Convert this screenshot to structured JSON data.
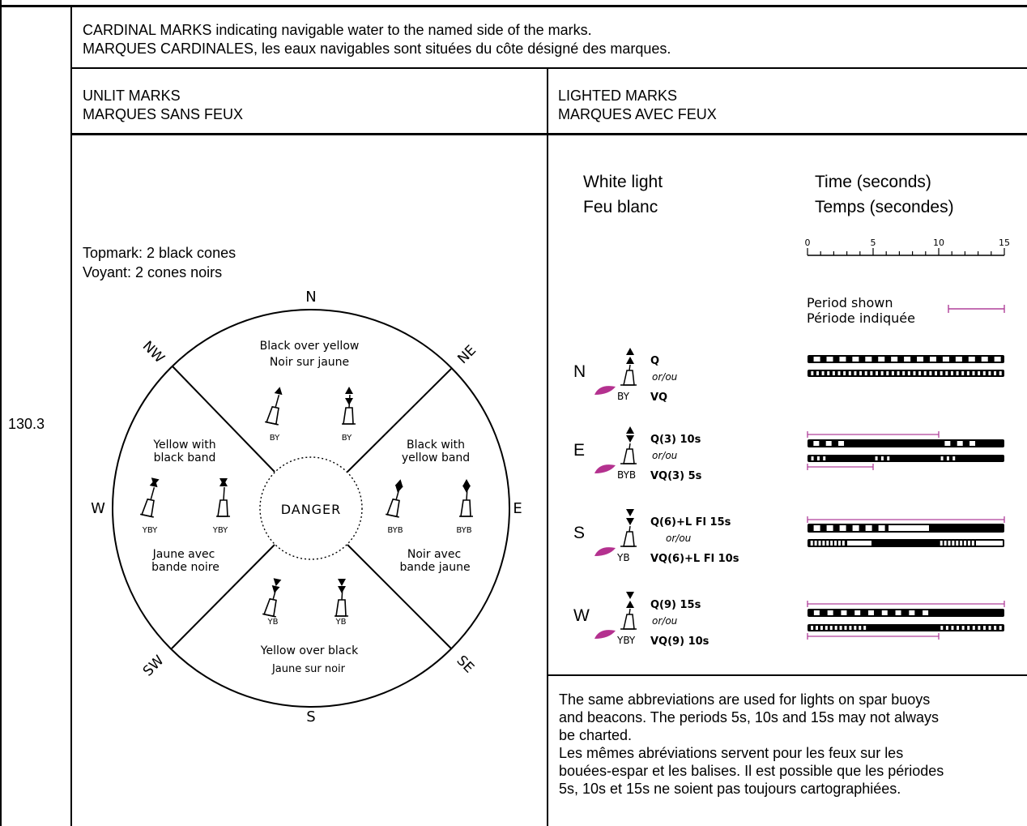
{
  "section_number": "130.3",
  "header": {
    "line1": "CARDINAL MARKS indicating navigable water to the named side of the marks.",
    "line2": "MARQUES CARDINALES, les eaux navigables sont situées du côte désigné des marques."
  },
  "unlit": {
    "title1": "UNLIT MARKS",
    "title2": "MARQUES SANS FEUX",
    "topmark1": "Topmark: 2 black cones",
    "topmark2": "Voyant: 2 cones noirs",
    "compass": {
      "n": "N",
      "e": "E",
      "s": "S",
      "w": "W",
      "nw": "NW",
      "ne": "NE",
      "sw": "SW",
      "se": "SE"
    },
    "center": "DANGER",
    "sectors": {
      "north": {
        "l1": "Black over yellow",
        "l2": "Noir sur jaune",
        "c1": "BY",
        "c2": "BY"
      },
      "south": {
        "l1": "Yellow over black",
        "l2": "Jaune sur noir",
        "c1": "YB",
        "c2": "YB"
      },
      "west": {
        "l1": "Yellow with",
        "l2": "black band",
        "l3": "Jaune avec",
        "l4": "bande noire",
        "c1": "YBY",
        "c2": "YBY"
      },
      "east": {
        "l1": "Black with",
        "l2": "yellow band",
        "l3": "Noir avec",
        "l4": "bande jaune",
        "c1": "BYB",
        "c2": "BYB"
      }
    }
  },
  "lighted": {
    "title1": "LIGHTED MARKS",
    "title2": "MARQUES AVEC FEUX",
    "light1": "White light",
    "light2": "Feu blanc",
    "time1": "Time (seconds)",
    "time2": "Temps (secondes)",
    "scale_ticks": [
      "0",
      "5",
      "10",
      "15"
    ],
    "period1": "Period shown",
    "period2": "Période indiquée",
    "rows": [
      {
        "dir": "N",
        "code": "BY",
        "q": "Q",
        "or": "or/ou",
        "vq": "VQ"
      },
      {
        "dir": "E",
        "code": "BYB",
        "q": "Q(3) 10s",
        "or": "or/ou",
        "vq": "VQ(3) 5s"
      },
      {
        "dir": "S",
        "code": "YB",
        "q": "Q(6)+L Fl 15s",
        "or": "or/ou",
        "vq": "VQ(6)+L Fl 10s"
      },
      {
        "dir": "W",
        "code": "YBY",
        "q": "Q(9) 15s",
        "or": "or/ou",
        "vq": "VQ(9) 10s"
      }
    ],
    "note": [
      "The same abbreviations are used for lights on spar buoys",
      "and beacons. The periods 5s, 10s and 15s may not always",
      "be charted.",
      "Les mêmes abréviations servent pour les feux sur les",
      "bouées-espar et les balises. Il est possible que les périodes",
      "5s, 10s et 15s ne soient pas toujours cartographiées."
    ]
  },
  "colors": {
    "period_line": "#b0409a",
    "flare": "#b4318f"
  }
}
